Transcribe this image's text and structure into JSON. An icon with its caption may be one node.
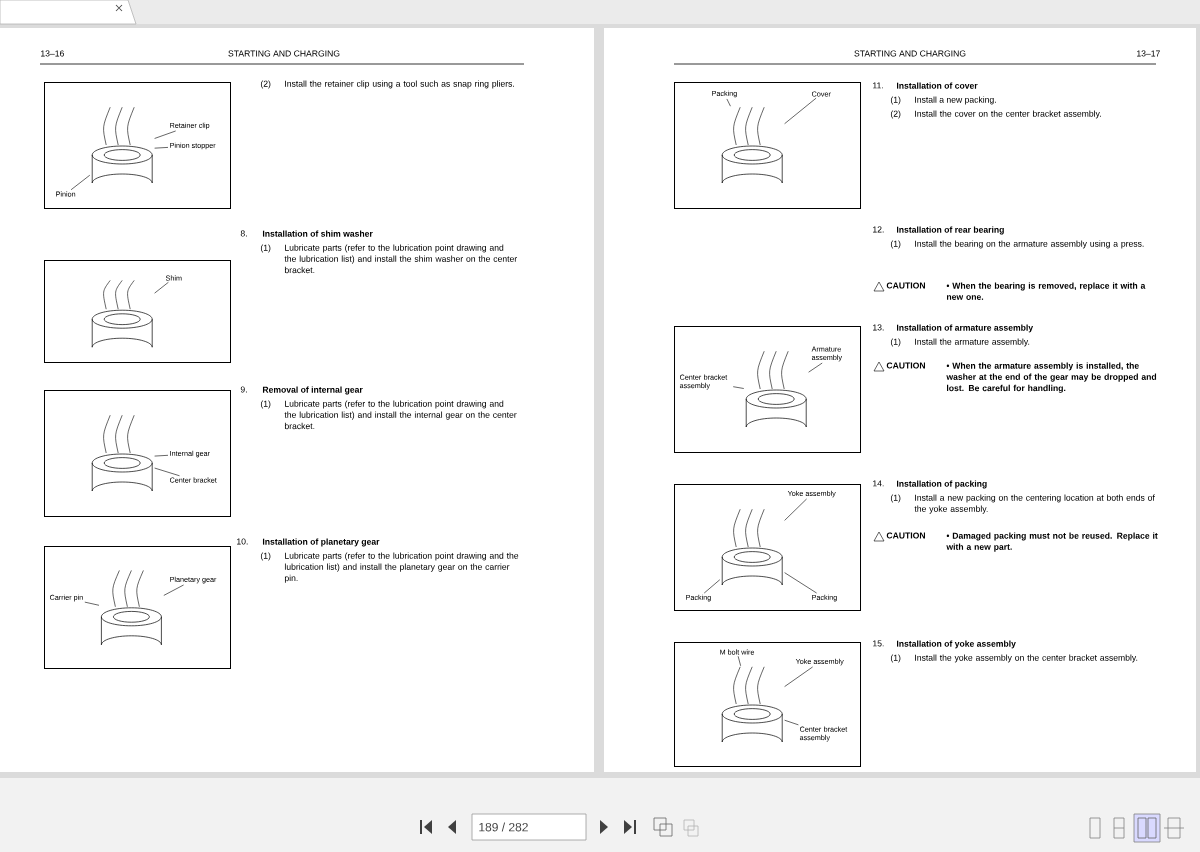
{
  "diagram": {
    "nodes": [
      {
        "text": [],
        "shape": "box"
      },
      {
        "text": [],
        "shape": "picture",
        "in": 0
      },
      {
        "text": [
          "Retainer clip"
        ],
        "in": 0
      },
      {
        "text": [
          "Pinion stopper"
        ],
        "in": 0
      },
      {
        "text": [
          "Pinion"
        ],
        "in": 0
      },
      {
        "text": [],
        "shape": "box"
      },
      {
        "text": [],
        "shape": "picture",
        "in": 5
      },
      {
        "text": [
          "Shim"
        ],
        "in": 5
      },
      {
        "text": [],
        "shape": "box"
      },
      {
        "text": [],
        "shape": "picture",
        "in": 8
      },
      {
        "text": [
          "Internal gear"
        ],
        "in": 8
      },
      {
        "text": [
          "Center bracket"
        ],
        "in": 8
      },
      {
        "text": [],
        "shape": "box"
      },
      {
        "text": [],
        "shape": "picture",
        "in": 12
      },
      {
        "text": [
          "Planetary gear"
        ],
        "in": 12
      },
      {
        "text": [
          "Carrier pin"
        ],
        "in": 12
      },
      {
        "text": [],
        "shape": "box"
      },
      {
        "text": [],
        "shape": "picture",
        "in": 16
      },
      {
        "text": [
          "Packing"
        ],
        "in": 16
      },
      {
        "text": [
          "Cover"
        ],
        "in": 16
      },
      {
        "text": [],
        "shape": "box"
      },
      {
        "text": [],
        "shape": "picture",
        "in": 20
      },
      {
        "text": [
          "Armature assembly"
        ],
        "in": 20
      },
      {
        "text": [
          "Center bracket assembly"
        ],
        "in": 20
      },
      {
        "text": [],
        "shape": "box"
      },
      {
        "text": [],
        "shape": "picture",
        "in": 24
      },
      {
        "text": [
          "Yoke assembly"
        ],
        "in": 24
      },
      {
        "text": [
          "Packing"
        ],
        "in": 24
      },
      {
        "text": [
          "Packing"
        ],
        "in": 24
      },
      {
        "text": [],
        "shape": "box"
      },
      {
        "text": [],
        "shape": "picture",
        "in": 29
      },
      {
        "text": [
          "M bolt wire"
        ],
        "in": 29
      },
      {
        "text": [
          "Yoke assembly"
        ],
        "in": 29
      },
      {
        "text": [
          "Center bracket assembly"
        ],
        "in": 29
      }
    ],
    "edges": [
      {
        "from": 2,
        "to": 1,
        "arrow": "none"
      },
      {
        "from": 3,
        "to": 1,
        "arrow": "none"
      },
      {
        "from": 4,
        "to": 1,
        "arrow": "none"
      },
      {
        "from": 7,
        "to": 6,
        "arrow": "none"
      },
      {
        "from": 10,
        "to": 9,
        "arrow": "none"
      },
      {
        "from": 11,
        "to": 9,
        "arrow": "none"
      },
      {
        "from": 14,
        "to": 13,
        "arrow": "none"
      },
      {
        "from": 15,
        "to": 13,
        "arrow": "none"
      },
      {
        "from": 18,
        "to": 17,
        "arrow": "none"
      },
      {
        "from": 19,
        "to": 17,
        "arrow": "none"
      },
      {
        "from": 22,
        "to": 21,
        "arrow": "none"
      },
      {
        "from": 23,
        "to": 21,
        "arrow": "none"
      },
      {
        "from": 26,
        "to": 25,
        "arrow": "none"
      },
      {
        "from": 27,
        "to": 25,
        "arrow": "none"
      },
      {
        "from": 28,
        "to": 25,
        "arrow": "none"
      },
      {
        "from": 31,
        "to": 30,
        "arrow": "none"
      },
      {
        "from": 32,
        "to": 30,
        "arrow": "none"
      },
      {
        "from": 33,
        "to": 30,
        "arrow": "none"
      }
    ],
    "labels": [
      "13–16",
      "STARTING AND CHARGING",
      "(2)",
      "Install the retainer clip using a tool such as snap ring pliers.",
      "8.",
      "Installation of shim washer",
      "(1)",
      "Lubricate parts (refer to the lubrication point drawing and the lubrication list) and install the shim washer on the center bracket.",
      "9.",
      "Removal of internal gear",
      "(1)",
      "Lubricate parts (refer to the lubrication point drawing and the lubrication list) and install the internal gear on the center bracket.",
      "10.",
      "Installation of planetary gear",
      "(1)",
      "Lubricate parts (refer to the lubrication point drawing and the lubrication list) and install the planetary gear on the carrier pin.",
      "STARTING AND CHARGING",
      "13–17",
      "11.",
      "Installation of cover",
      "(1)",
      "Install a new packing.",
      "(2)",
      "Install the cover on the center bracket assembly.",
      "12.",
      "Installation of rear bearing",
      "(1)",
      "Install the bearing on the armature assembly using a press.",
      "CAUTION",
      "• When the bearing is removed, replace it with a new one.",
      "13.",
      "Installation of armature assembly",
      "(1)",
      "Install the armature assembly.",
      "CAUTION",
      "• When the armature assembly is installed, the washer at the end of the gear may be dropped and lost. Be careful for handling.",
      "14.",
      "Installation of packing",
      "(1)",
      "Install a new packing on the centering location at both ends of the yoke assembly.",
      "CAUTION",
      "• Damaged packing must not be reused. Replace it with a new part.",
      "15.",
      "Installation of yoke assembly",
      "(1)",
      "Install the yoke assembly on the center bracket assembly.",
      "189 / 282"
    ]
  }
}
